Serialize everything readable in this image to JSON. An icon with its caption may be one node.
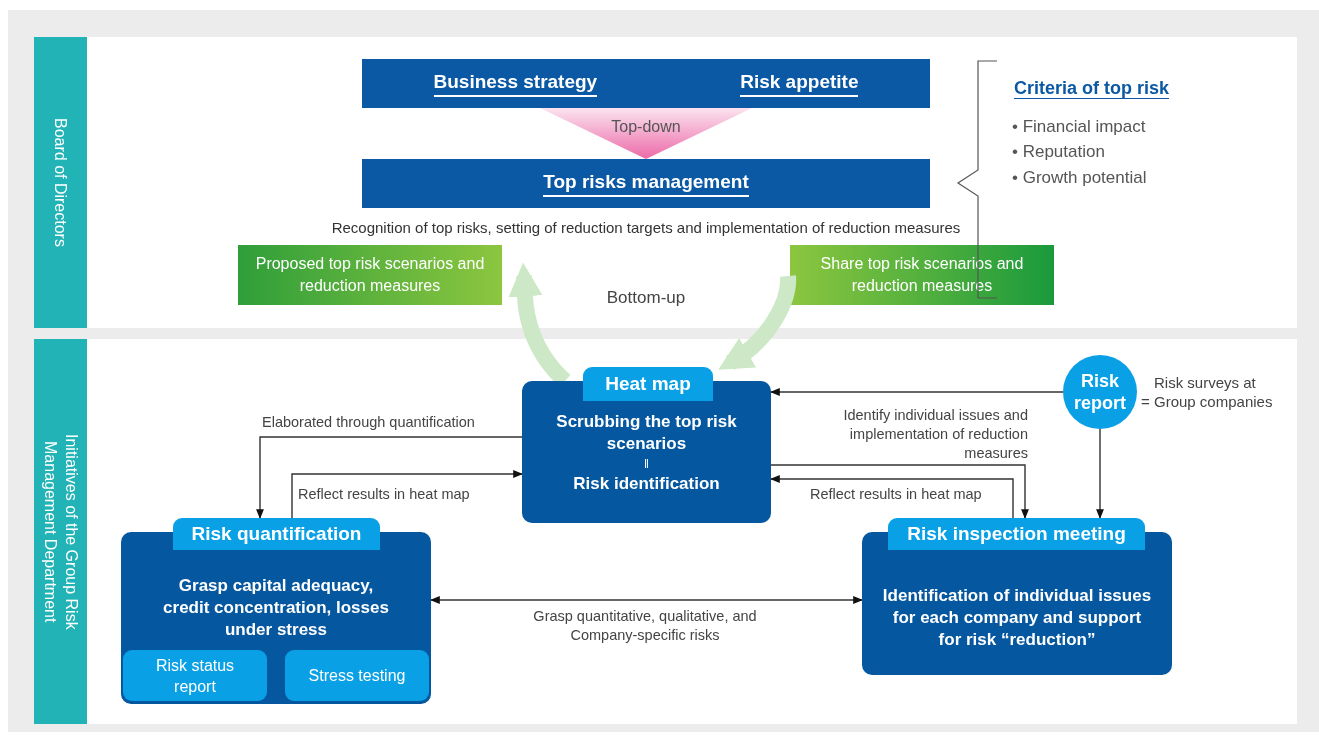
{
  "diagram": {
    "nodes": [
      {
        "text": [
          "Board of Directors"
        ]
      },
      {
        "text": [
          "Initiatives of the Group Risk Management Department"
        ]
      },
      {
        "text": [
          "Business strategy",
          "Risk appetite"
        ],
        "in": 0
      },
      {
        "text": [
          "Top risks management"
        ],
        "in": 0
      },
      {
        "text": [
          "Top-down"
        ],
        "in": 0
      },
      {
        "text": [
          "Proposed top risk scenarios and reduction measures"
        ],
        "in": 0
      },
      {
        "text": [
          "Share top risk scenarios and reduction measures"
        ],
        "in": 0
      },
      {
        "text": [
          "Heat map",
          "Scrubbing the top risk scenarios",
          "‖",
          "Risk identification"
        ],
        "in": 1
      },
      {
        "text": [
          "Risk quantification",
          "Grasp capital adequacy, credit concentration, losses under stress"
        ],
        "in": 1
      },
      {
        "text": [
          "Risk status report"
        ],
        "in": 8
      },
      {
        "text": [
          "Stress testing"
        ],
        "in": 8
      },
      {
        "text": [
          "Risk inspection meeting",
          "Identification of individual issues for each company and support for risk “reduction”"
        ],
        "in": 1
      },
      {
        "text": [
          "Risk report"
        ],
        "in": 1,
        "beside": [
          "=",
          "Risk surveys at Group companies"
        ]
      }
    ],
    "edges": [
      {
        "from": 7,
        "to": 8,
        "arrow": "to",
        "label": "Elaborated through quantification"
      },
      {
        "from": 8,
        "to": 7,
        "arrow": "to",
        "label": "Reflect results in heat map"
      },
      {
        "from": 12,
        "to": 7,
        "arrow": "to"
      },
      {
        "from": 7,
        "to": 11,
        "arrow": "to",
        "label": "Identify individual issues and implementation of reduction measures"
      },
      {
        "from": 11,
        "to": 7,
        "arrow": "to",
        "label": "Reflect results in heat map"
      },
      {
        "from": 12,
        "to": 11,
        "arrow": "to"
      },
      {
        "from": 8,
        "to": 11,
        "arrow": "both",
        "label": "Grasp quantitative, qualitative, and Company-specific risks"
      },
      {
        "from": 7,
        "to": 5,
        "arrow": "to",
        "style": "thick",
        "color": "#cde8c6"
      },
      {
        "from": 6,
        "to": 7,
        "arrow": "to",
        "style": "thick",
        "color": "#cde8c6"
      }
    ],
    "labels": [
      "Recognition of top risks, setting of reduction targets and implementation of reduction measures",
      "Bottom-up",
      "Criteria of top risk",
      "• Financial impact",
      "• Reputation",
      "• Growth potential"
    ]
  }
}
